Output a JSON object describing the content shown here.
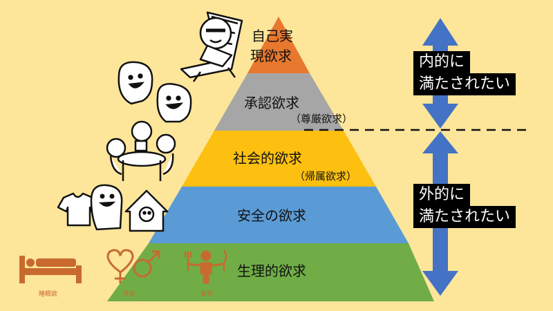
{
  "pyramid": {
    "tiers": [
      {
        "line1": "自己実",
        "line2": "現欲求",
        "color": "#E8782E"
      },
      {
        "label": "承認欲求",
        "sub": "（尊厳欲求）",
        "color": "#A6A6A6"
      },
      {
        "label": "社会的欲求",
        "sub": "（帰属欲求）",
        "color": "#FDC010"
      },
      {
        "label": "安全の欲求",
        "color": "#5B9BD5"
      },
      {
        "label": "生理的欲求",
        "color": "#70AD47"
      }
    ]
  },
  "arrows": {
    "upper": {
      "line1": "内的に",
      "line2": "満たされたい"
    },
    "lower": {
      "line1": "外的に",
      "line2": "満たされたい"
    },
    "color": "#4472C4"
  },
  "icons": {
    "sleep_label": "睡眠欲",
    "sex_label": "性欲",
    "food_label": "食欲",
    "accent_color": "#C86A2E"
  },
  "background_color": "#FDE59A"
}
